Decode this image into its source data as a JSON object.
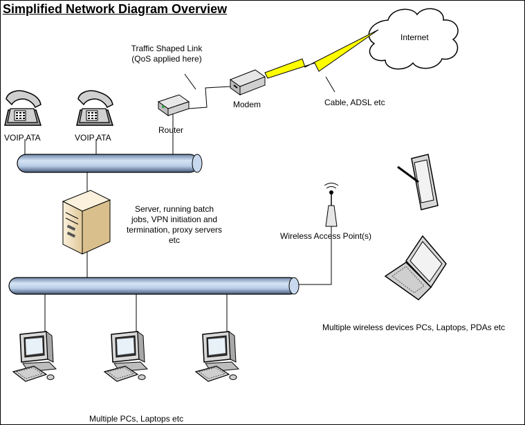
{
  "title": "Simplified Network Diagram Overview",
  "labels": {
    "internet": "Internet",
    "traffic_link_line1": "Traffic Shaped Link",
    "traffic_link_line2": "(QoS applied here)",
    "modem": "Modem",
    "cable": "Cable, ADSL etc",
    "router": "Router",
    "voip1": "VOIP ATA",
    "voip2": "VOIP ATA",
    "server_line1": "Server, running batch",
    "server_line2": "jobs, VPN initiation and",
    "server_line3": "termination, proxy servers",
    "server_line4": "etc",
    "wap": "Wireless Access Point(s)",
    "wireless_devices": "Multiple wireless devices PCs, Laptops, PDAs etc",
    "pcs": "Multiple PCs, Laptops etc"
  },
  "colors": {
    "bus": "#c5d9f1",
    "bus_dark": "#1f2f4f",
    "lightning": "#ffff00",
    "server_body": "#f5e6c8"
  }
}
